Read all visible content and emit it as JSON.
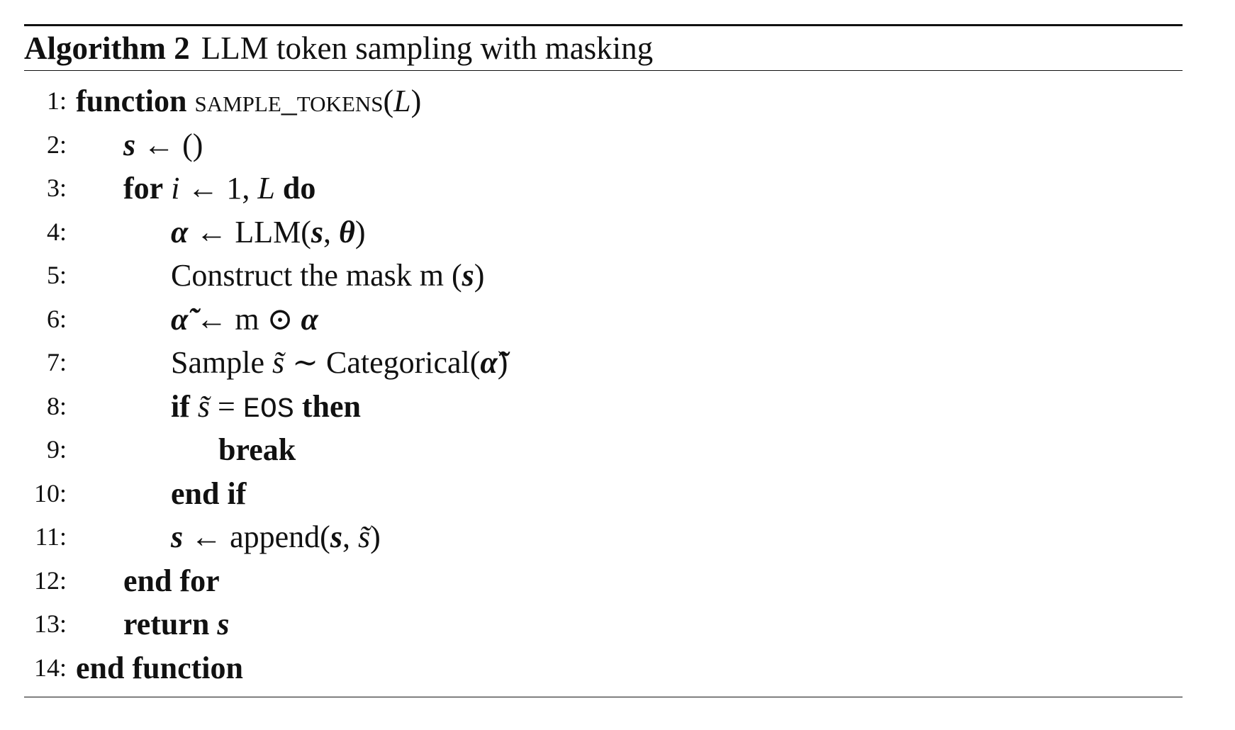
{
  "algorithm": {
    "label": "Algorithm 2",
    "title": "LLM token sampling with masking"
  },
  "lines": [
    {
      "no": "1:",
      "indent": 0,
      "parts": [
        {
          "text": "function",
          "style": "kw"
        },
        {
          "text": " ",
          "style": ""
        },
        {
          "text": "sample_tokens",
          "style": "sc"
        },
        {
          "text": "(",
          "style": ""
        },
        {
          "text": "L",
          "style": "it"
        },
        {
          "text": ")",
          "style": ""
        }
      ]
    },
    {
      "no": "2:",
      "indent": 1,
      "parts": [
        {
          "text": "s",
          "style": "bi"
        },
        {
          "text": " ← ()",
          "style": ""
        }
      ]
    },
    {
      "no": "3:",
      "indent": 1,
      "parts": [
        {
          "text": "for",
          "style": "kw"
        },
        {
          "text": " ",
          "style": ""
        },
        {
          "text": "i",
          "style": "it"
        },
        {
          "text": " ← 1, ",
          "style": ""
        },
        {
          "text": "L",
          "style": "it"
        },
        {
          "text": " ",
          "style": ""
        },
        {
          "text": "do",
          "style": "kw"
        }
      ]
    },
    {
      "no": "4:",
      "indent": 2,
      "parts": [
        {
          "text": "α",
          "style": "bi"
        },
        {
          "text": " ← LLM(",
          "style": ""
        },
        {
          "text": "s",
          "style": "bi"
        },
        {
          "text": ", ",
          "style": ""
        },
        {
          "text": "θ",
          "style": "bi"
        },
        {
          "text": ")",
          "style": ""
        }
      ]
    },
    {
      "no": "5:",
      "indent": 2,
      "parts": [
        {
          "text": "Construct the mask m (",
          "style": ""
        },
        {
          "text": "s",
          "style": "bi"
        },
        {
          "text": ")",
          "style": ""
        }
      ]
    },
    {
      "no": "6:",
      "indent": 2,
      "parts": [
        {
          "text": "α̃",
          "style": "bi"
        },
        {
          "text": " ← m ⊙ ",
          "style": ""
        },
        {
          "text": "α",
          "style": "bi"
        }
      ]
    },
    {
      "no": "7:",
      "indent": 2,
      "parts": [
        {
          "text": "Sample ",
          "style": ""
        },
        {
          "text": "s̃",
          "style": "it"
        },
        {
          "text": " ∼ Categorical(",
          "style": ""
        },
        {
          "text": "α̃",
          "style": "bi"
        },
        {
          "text": ")",
          "style": ""
        }
      ]
    },
    {
      "no": "8:",
      "indent": 2,
      "parts": [
        {
          "text": "if",
          "style": "kw"
        },
        {
          "text": " ",
          "style": ""
        },
        {
          "text": "s̃",
          "style": "it"
        },
        {
          "text": " = ",
          "style": ""
        },
        {
          "text": "EOS",
          "style": "tt"
        },
        {
          "text": " ",
          "style": ""
        },
        {
          "text": "then",
          "style": "kw"
        }
      ]
    },
    {
      "no": "9:",
      "indent": 3,
      "parts": [
        {
          "text": "break",
          "style": "kw"
        }
      ]
    },
    {
      "no": "10:",
      "indent": 2,
      "parts": [
        {
          "text": "end if",
          "style": "kw"
        }
      ]
    },
    {
      "no": "11:",
      "indent": 2,
      "parts": [
        {
          "text": "s",
          "style": "bi"
        },
        {
          "text": " ← append(",
          "style": ""
        },
        {
          "text": "s",
          "style": "bi"
        },
        {
          "text": ", ",
          "style": ""
        },
        {
          "text": "s̃",
          "style": "it"
        },
        {
          "text": ")",
          "style": ""
        }
      ]
    },
    {
      "no": "12:",
      "indent": 1,
      "parts": [
        {
          "text": "end for",
          "style": "kw"
        }
      ]
    },
    {
      "no": "13:",
      "indent": 1,
      "parts": [
        {
          "text": "return",
          "style": "kw"
        },
        {
          "text": " ",
          "style": ""
        },
        {
          "text": "s",
          "style": "bi"
        }
      ]
    },
    {
      "no": "14:",
      "indent": 0,
      "parts": [
        {
          "text": "end function",
          "style": "kw"
        }
      ]
    }
  ]
}
